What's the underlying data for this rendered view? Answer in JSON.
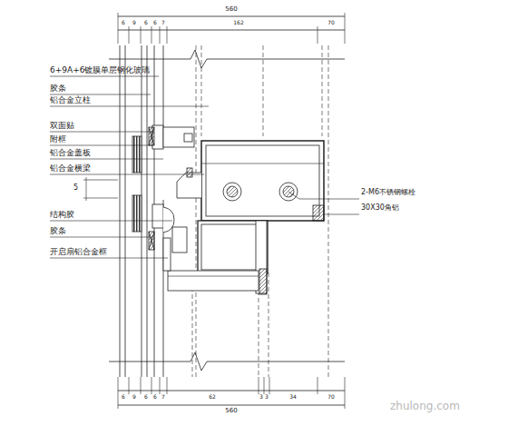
{
  "diagram": {
    "labels": [
      "6+9A+6镀膜单层钢化玻璃",
      "胶条",
      "铝合金立柱",
      "双面贴",
      "附框",
      "铝合金盖板",
      "铝合金横梁",
      "5",
      "结构胶",
      "胶条",
      "开启扇铝合金框",
      "2-M6不锈钢螺栓",
      "30X30角铝",
      "560",
      "6",
      "9",
      "6",
      "6",
      "7",
      "162",
      "70",
      "560",
      "6",
      "9",
      "6",
      "6",
      "7",
      "62",
      "3",
      "3",
      "34",
      "70",
      "zhulong.com"
    ]
  }
}
